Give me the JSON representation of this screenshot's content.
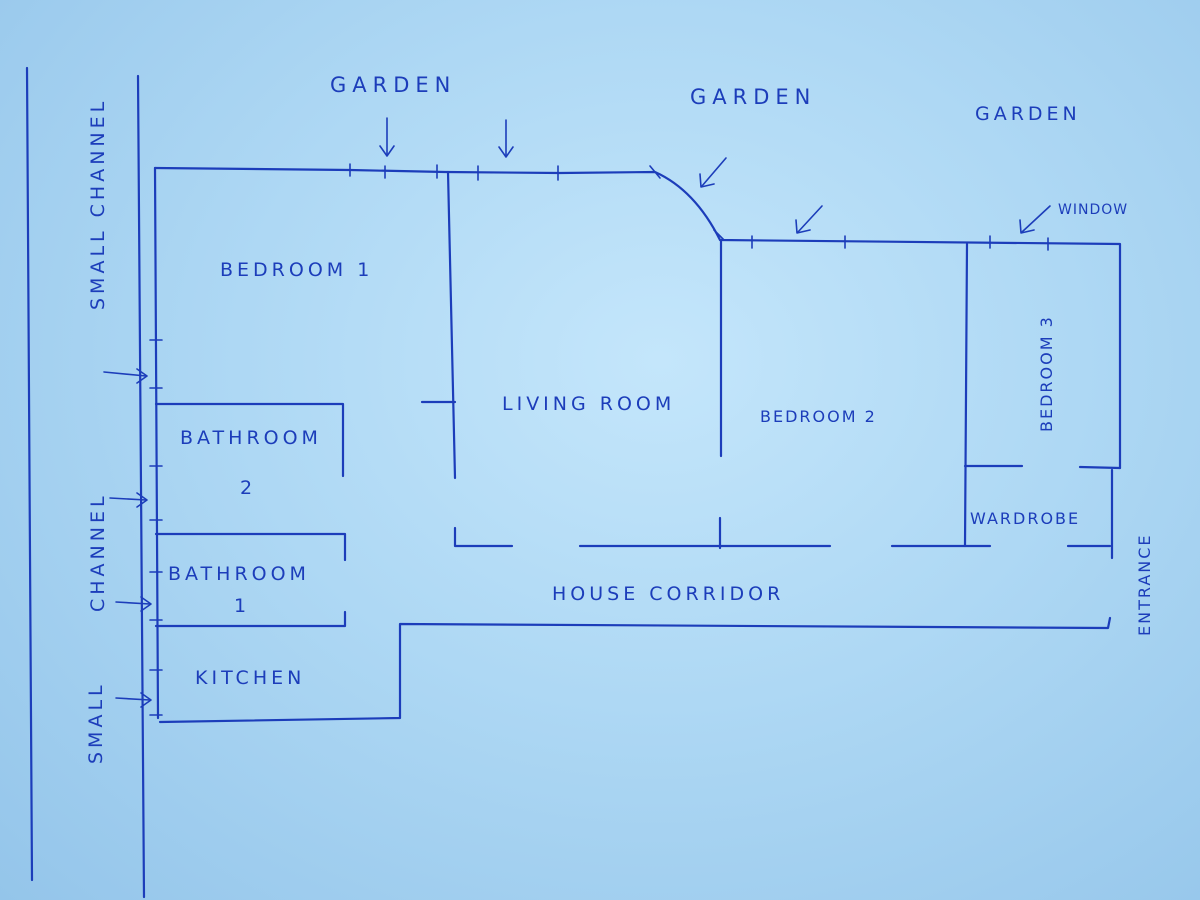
{
  "labels": {
    "garden_1": "GARDEN",
    "garden_2": "GARDEN",
    "garden_3": "GARDEN",
    "window": "WINDOW",
    "bedroom_1": "BEDROOM 1",
    "living_room": "LIVING ROOM",
    "bedroom_2": "BEDROOM 2",
    "bedroom_3": "BEDROOM 3",
    "wardrobe": "WARDROBE",
    "bathroom_2_line1": "BATHROOM",
    "bathroom_2_line2": "2",
    "bathroom_1_line1": "BATHROOM",
    "bathroom_1_line2": "1",
    "kitchen": "KITCHEN",
    "house_corridor": "HOUSE CORRIDOR",
    "entrance": "ENTRANCE",
    "small_channel_top": "SMALL CHANNEL",
    "channel_mid": "CHANNEL",
    "small_bottom": "SMALL"
  },
  "colors": {
    "ink": "#1c3dba",
    "paper": "#aed8f4"
  }
}
